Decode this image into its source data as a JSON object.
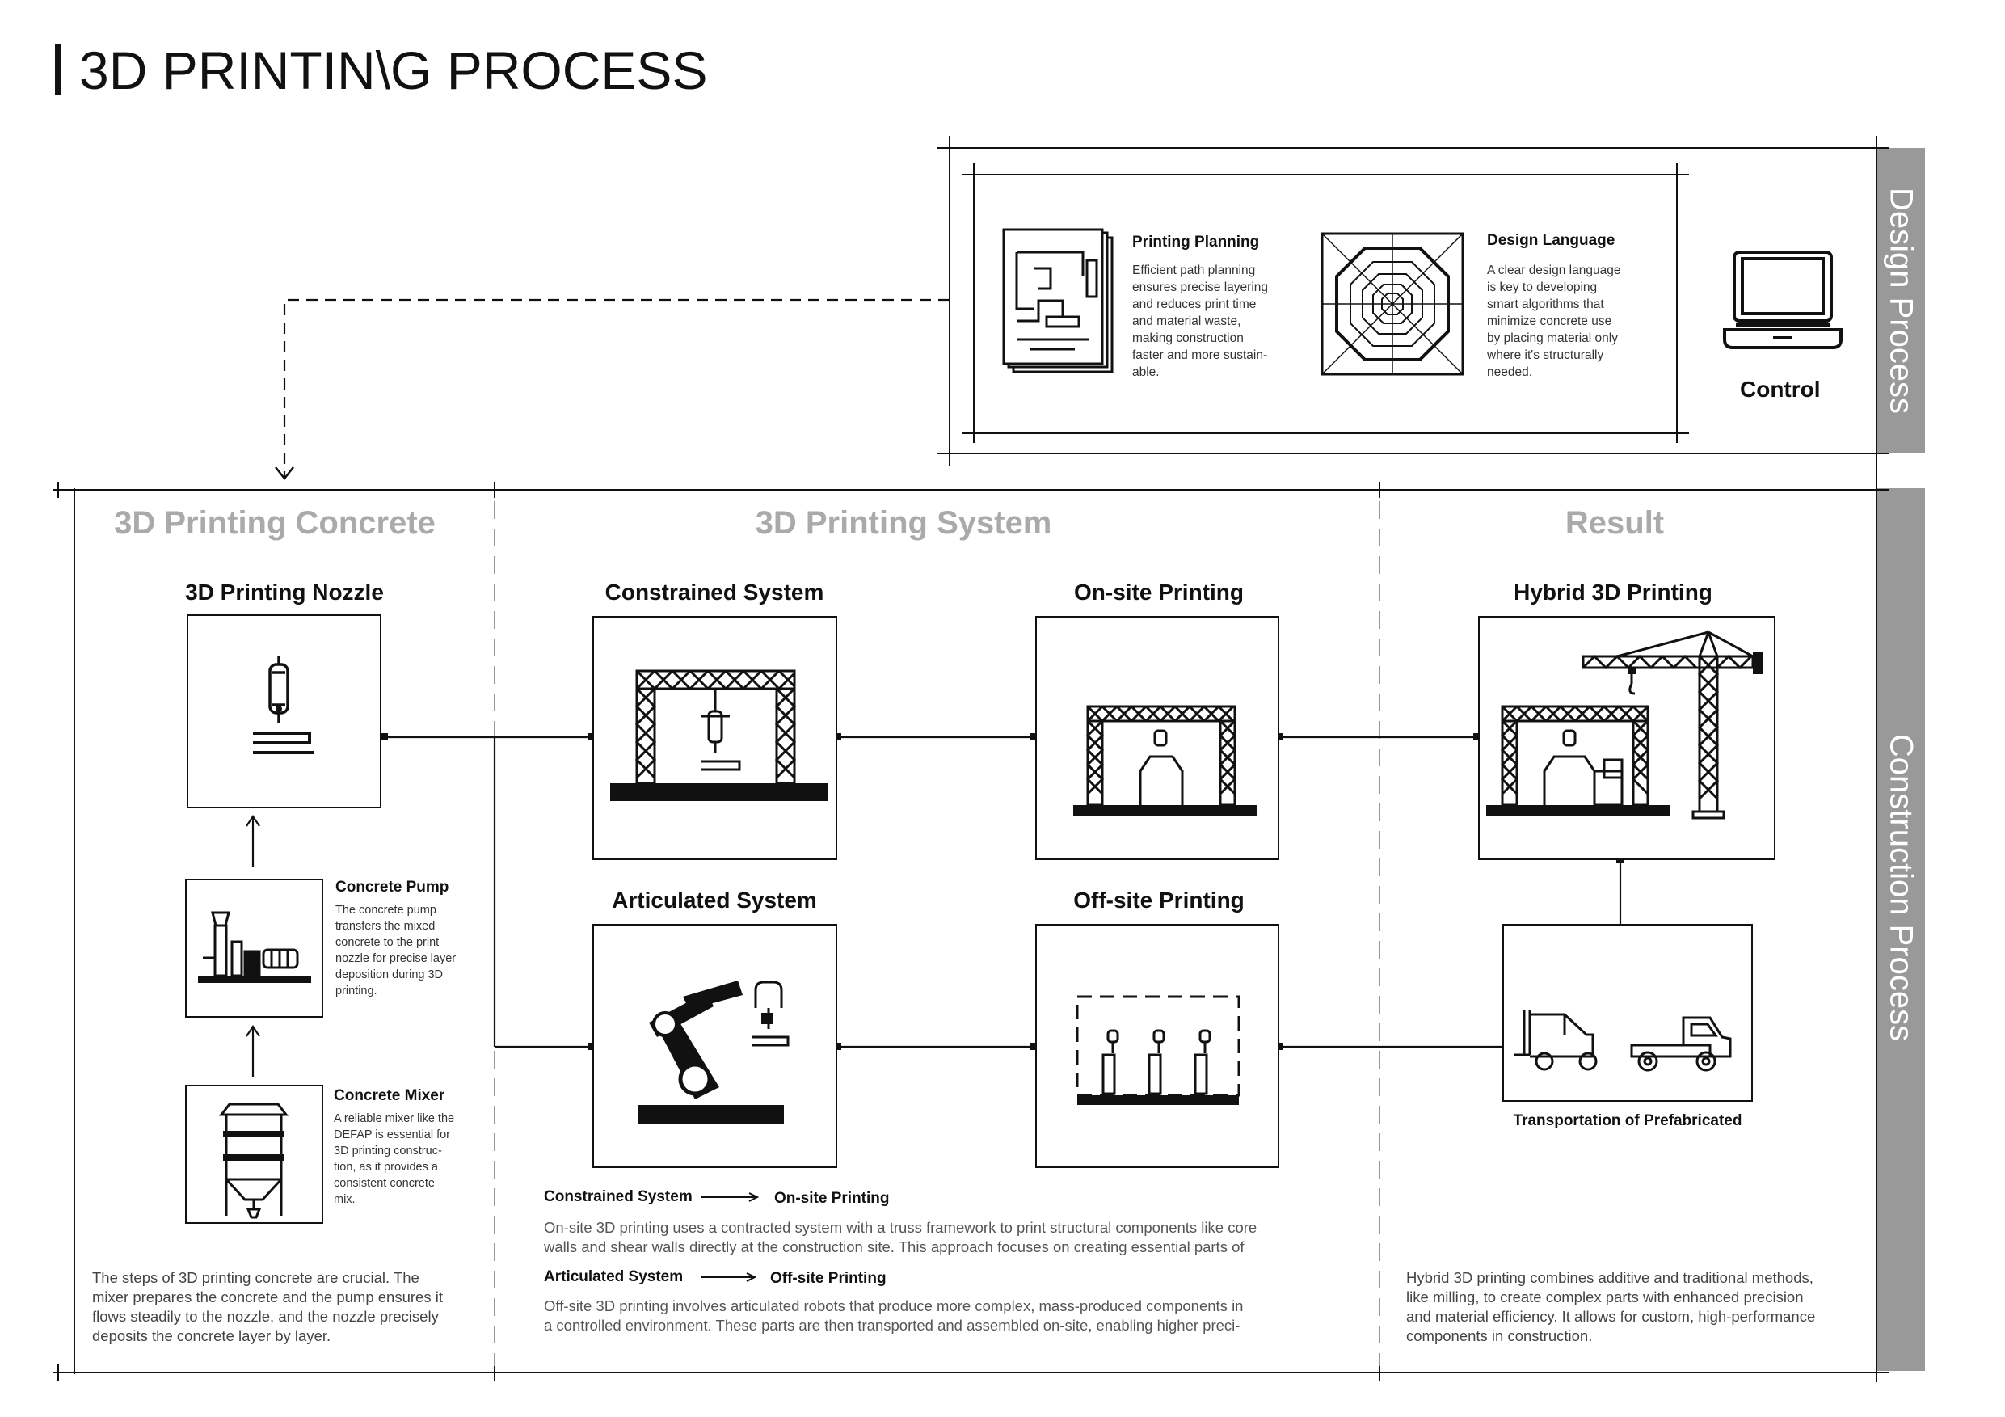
{
  "page": {
    "title": "3D PRINTIN\\G PROCESS"
  },
  "sidebar": {
    "design": "Design Process",
    "construction": "Construction Process"
  },
  "design": {
    "planning": {
      "title": "Printing Planning",
      "desc": [
        "Efficient path planning",
        "ensures precise layering",
        "and reduces print time",
        "and material waste,",
        "making construction",
        "faster and more sustain-",
        "able."
      ]
    },
    "language": {
      "title": "Design Language",
      "desc": [
        "A clear design language",
        "is key to developing",
        "smart algorithms that",
        "minimize concrete use",
        "by placing material only",
        "where it's structurally",
        "needed."
      ]
    },
    "control": {
      "label": "Control"
    }
  },
  "sections": {
    "concrete": "3D Printing Concrete",
    "system": "3D Printing System",
    "result": "Result"
  },
  "concrete": {
    "nozzle": "3D Printing Nozzle",
    "pump": {
      "title": "Concrete Pump",
      "desc": [
        "The concrete pump",
        "transfers the mixed",
        "concrete to the print",
        "nozzle for precise layer",
        "deposition during 3D",
        "printing."
      ]
    },
    "mixer": {
      "title": "Concrete Mixer",
      "desc": [
        "A reliable mixer like the",
        "DEFAP is essential for",
        "3D printing construc-",
        "tion, as it provides a",
        "consistent concrete",
        "mix."
      ]
    },
    "paragraph": [
      "The steps of 3D printing concrete are crucial. The",
      "mixer prepares the concrete and the pump ensures it",
      "flows steadily to the nozzle, and the nozzle precisely",
      "deposits the concrete layer by layer."
    ]
  },
  "system": {
    "constrained": "Constrained System",
    "onsite": "On-site Printing",
    "articulated": "Articulated System",
    "offsite": "Off-site Printing",
    "flow1": {
      "from": "Constrained System",
      "to": "On-site Printing",
      "text": [
        "On-site 3D printing uses a contracted system with a truss framework to print structural components like core",
        "walls and shear walls directly at the construction site. This approach focuses on creating essential parts of"
      ]
    },
    "flow2": {
      "from": "Articulated System",
      "to": "Off-site Printing",
      "text": [
        "Off-site 3D printing involves articulated robots that produce more complex, mass-produced components in",
        "a controlled environment. These parts are then transported and assembled on-site, enabling higher preci-"
      ]
    }
  },
  "result": {
    "hybrid": "Hybrid 3D Printing",
    "transport": "Transportation of Prefabricated",
    "paragraph": [
      "Hybrid 3D printing combines additive and traditional methods,",
      "like milling, to create complex parts with enhanced precision",
      "and material efficiency. It allows for custom, high-performance",
      "components in construction."
    ]
  },
  "colors": {
    "ink": "#111111",
    "section_title": "#aaaaaa",
    "sidebar": "#999999",
    "body_text": "#444444"
  }
}
